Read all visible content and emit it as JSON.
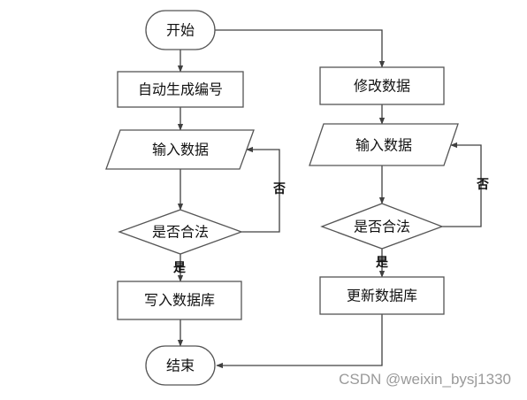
{
  "flowchart": {
    "nodes": {
      "start": "开始",
      "auto_id": "自动生成编号",
      "input_left": "输入数据",
      "valid_left": "是否合法",
      "write_db": "写入数据库",
      "end": "结束",
      "modify": "修改数据",
      "input_right": "输入数据",
      "valid_right": "是否合法",
      "update_db": "更新数据库"
    },
    "edge_labels": {
      "no_left": "否",
      "yes_left": "是",
      "no_right": "否",
      "yes_right": "是"
    }
  },
  "watermark": "CSDN @weixin_bysj1330"
}
